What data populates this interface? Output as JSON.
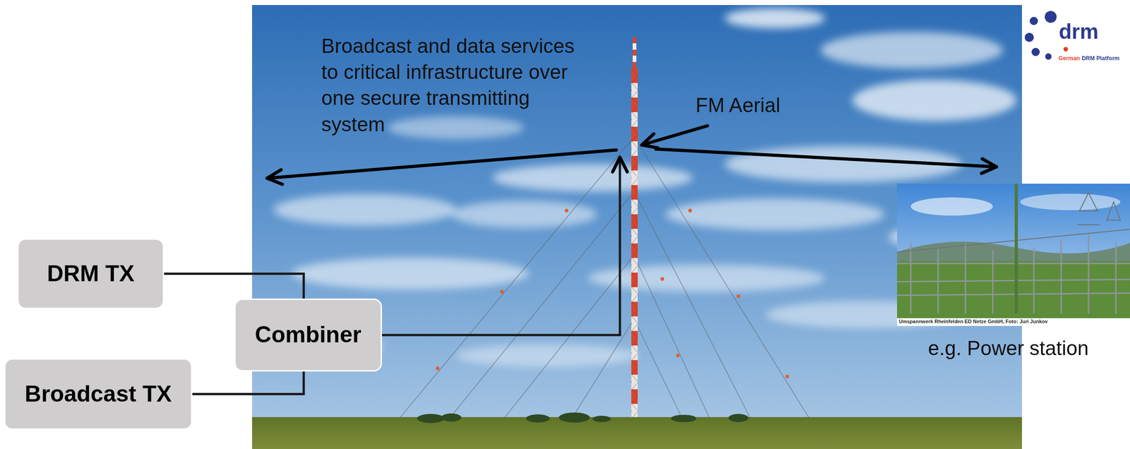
{
  "diagram": {
    "nodes": [
      {
        "text": [
          "DRM TX"
        ]
      },
      {
        "text": [
          "Combiner"
        ]
      },
      {
        "text": [
          "Broadcast TX"
        ]
      }
    ],
    "edges": [
      {
        "from": 0,
        "to": 1,
        "arrow": "none"
      },
      {
        "from": 2,
        "to": 1,
        "arrow": "none"
      }
    ],
    "labels": [
      "Broadcast and data services to critical infrastructure over one secure transmitting system",
      "FM Aerial",
      "drm",
      "German",
      "DRM Platform",
      "Umspannwerk Rheinfelden ED Netze GmbH, Foto: Juri Junkov",
      "e.g. Power station"
    ]
  }
}
